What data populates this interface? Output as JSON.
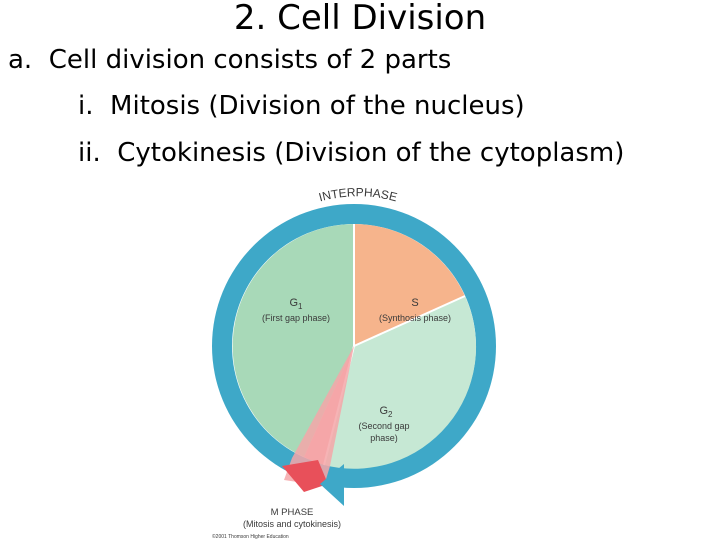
{
  "slide": {
    "title": "2.  Cell Division",
    "bullets": [
      {
        "marker": "a.",
        "text": "Cell division consists of 2 parts"
      },
      {
        "marker": "i.",
        "text": "Mitosis (Division of the nucleus)"
      },
      {
        "marker": "ii.",
        "text": "Cytokinesis (Division of the cytoplasm)"
      }
    ]
  },
  "diagram": {
    "ring_label": "INTERPHASE",
    "g1": {
      "name": "G",
      "sub": "1",
      "desc": "(First gap phase)"
    },
    "s": {
      "name": "S",
      "desc": "(Synthosis phase)"
    },
    "g2": {
      "name": "G",
      "sub": "2",
      "desc_line1": "(Second gap",
      "desc_line2": "phase)"
    },
    "m": {
      "name": "M PHASE",
      "desc": "(Mitosis and cytokinesis)"
    },
    "credit": "©2001 Thomson Higher Education",
    "colors": {
      "ring": "#3ea8c8",
      "g1": "#a8d9b8",
      "s": "#f6b48c",
      "g2": "#c6e8d4",
      "m": "#f4a6a8",
      "m_arrow": "#e8505a"
    }
  }
}
